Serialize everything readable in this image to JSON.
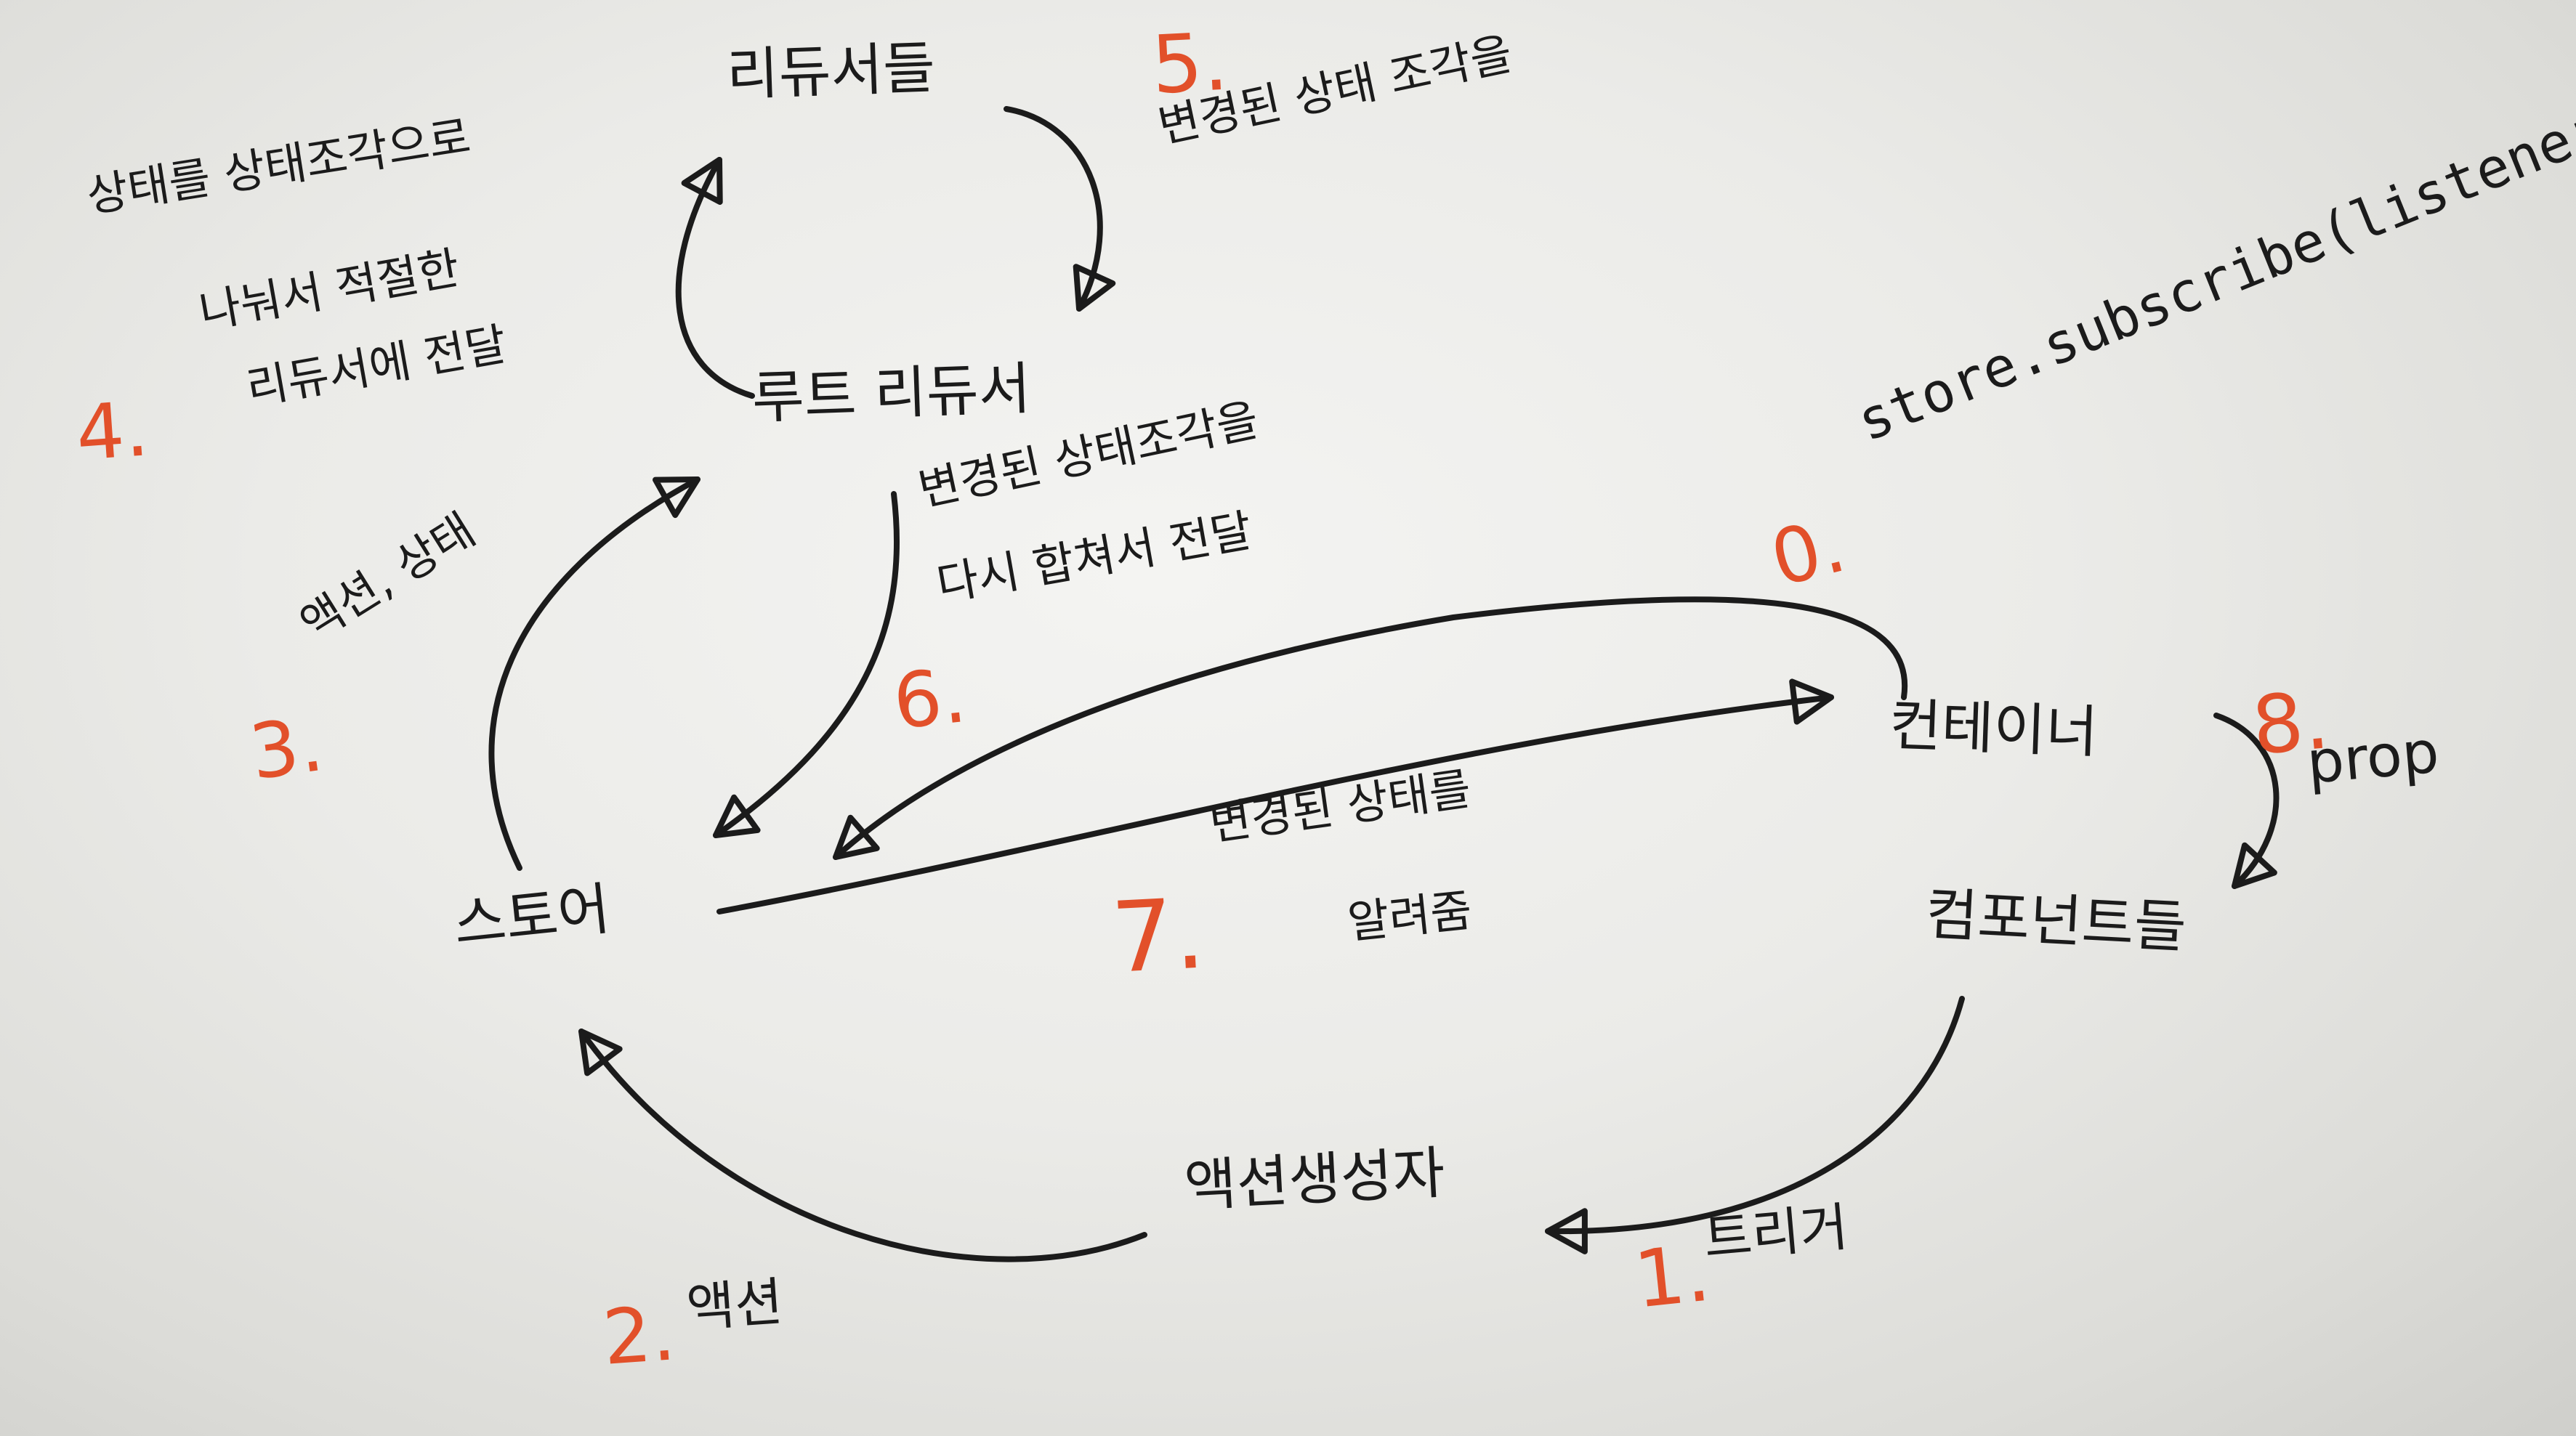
{
  "colors": {
    "ink": "#1b1b1b",
    "step_number": "#e2502a",
    "board": "#ebebe8"
  },
  "nodes": {
    "reducers": "리듀서들",
    "root_reducer": "루트 리듀서",
    "store": "스토어",
    "container": "컨테이너",
    "components": "컴포넌트들",
    "action_creator": "액션생성자"
  },
  "steps": [
    {
      "number": "0.",
      "lines": [
        "store.subscribe(listener)"
      ]
    },
    {
      "number": "1.",
      "lines": [
        "트리거"
      ]
    },
    {
      "number": "2.",
      "lines": [
        "액션"
      ]
    },
    {
      "number": "3.",
      "lines": [
        "액션, 상태"
      ]
    },
    {
      "number": "4.",
      "lines": [
        "상태를 상태조각으로",
        "나눠서 적절한",
        "리듀서에 전달"
      ]
    },
    {
      "number": "5.",
      "lines": [
        "변경된 상태 조각을"
      ]
    },
    {
      "number": "6.",
      "lines": [
        "변경된 상태조각을",
        "다시 합쳐서 전달"
      ]
    },
    {
      "number": "7.",
      "lines": [
        "변경된 상태를",
        "알려줌"
      ]
    },
    {
      "number": "8.",
      "lines": [
        "prop"
      ]
    }
  ]
}
